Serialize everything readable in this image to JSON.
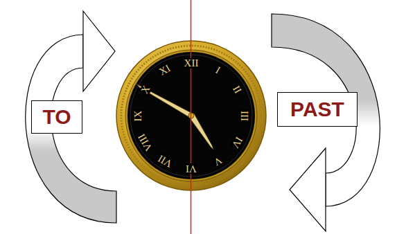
{
  "diagram": {
    "nodes": [
      {
        "text": [
          "TO"
        ]
      },
      {
        "text": [
          "PAST"
        ]
      }
    ],
    "labels": [
      "XII",
      "I",
      "II",
      "III",
      "IV",
      "V",
      "VI",
      "VII",
      "VIII",
      "IX",
      "X",
      "XI"
    ]
  }
}
